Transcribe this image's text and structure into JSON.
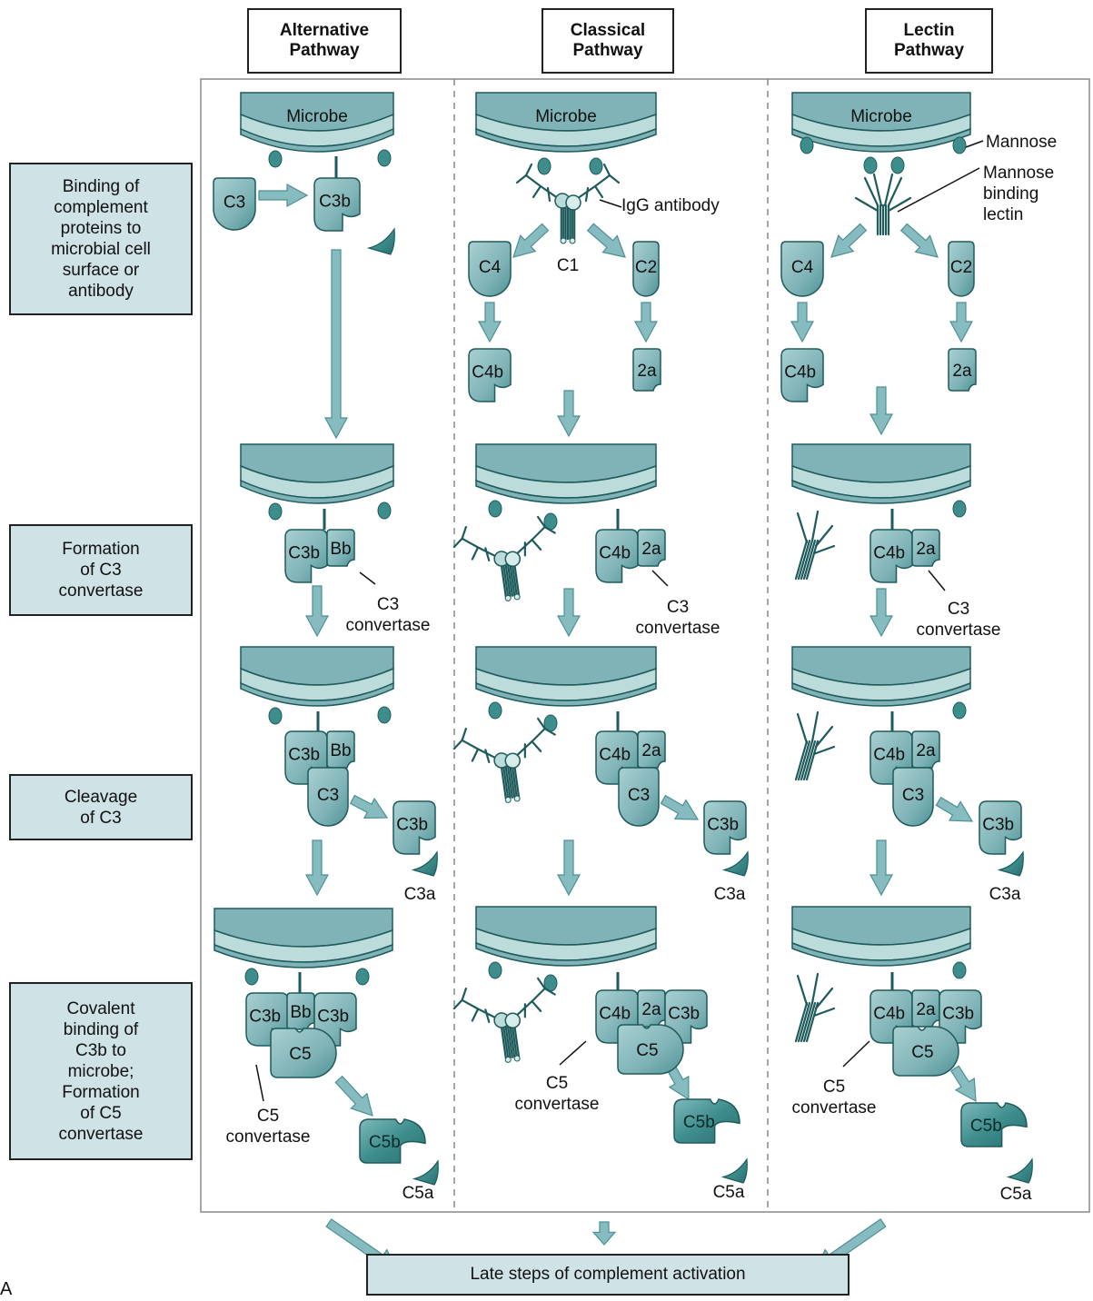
{
  "headers": [
    {
      "label": "Alternative\nPathway"
    },
    {
      "label": "Classical\nPathway"
    },
    {
      "label": "Lectin\nPathway"
    }
  ],
  "steps": [
    {
      "label": "Binding of\ncomplement\nproteins to\nmicrobial cell\nsurface or\nantibody"
    },
    {
      "label": "Formation\nof C3\nconvertase"
    },
    {
      "label": "Cleavage\nof C3"
    },
    {
      "label": "Covalent\nbinding of\nC3b to\nmicrobe;\nFormation\nof C5\nconvertase"
    }
  ],
  "footer": "Late steps of complement activation",
  "panel_label": "A",
  "labels": {
    "microbe": "Microbe",
    "mannose": "Mannose",
    "mbl": "Mannose\nbinding\nlectin",
    "igg": "IgG antibody",
    "c1": "C1",
    "c2": "C2",
    "c3": "C3",
    "c3a": "C3a",
    "c3b": "C3b",
    "bb": "Bb",
    "c4": "C4",
    "c4b": "C4b",
    "twoa": "2a",
    "c5": "C5",
    "c5a": "C5a",
    "c5b": "C5b",
    "c3conv": "C3\nconvertase",
    "c5conv": "C5\nconvertase"
  },
  "colors": {
    "membrane": "#7fb3b7",
    "membrane_light": "#bcdcdc",
    "protein": "#7fb3b7",
    "protein_dark": "#3e8d8d",
    "stroke": "#1f5b5b",
    "arrow": "#86bcbf",
    "panel_bg": "#cfe2e6"
  }
}
